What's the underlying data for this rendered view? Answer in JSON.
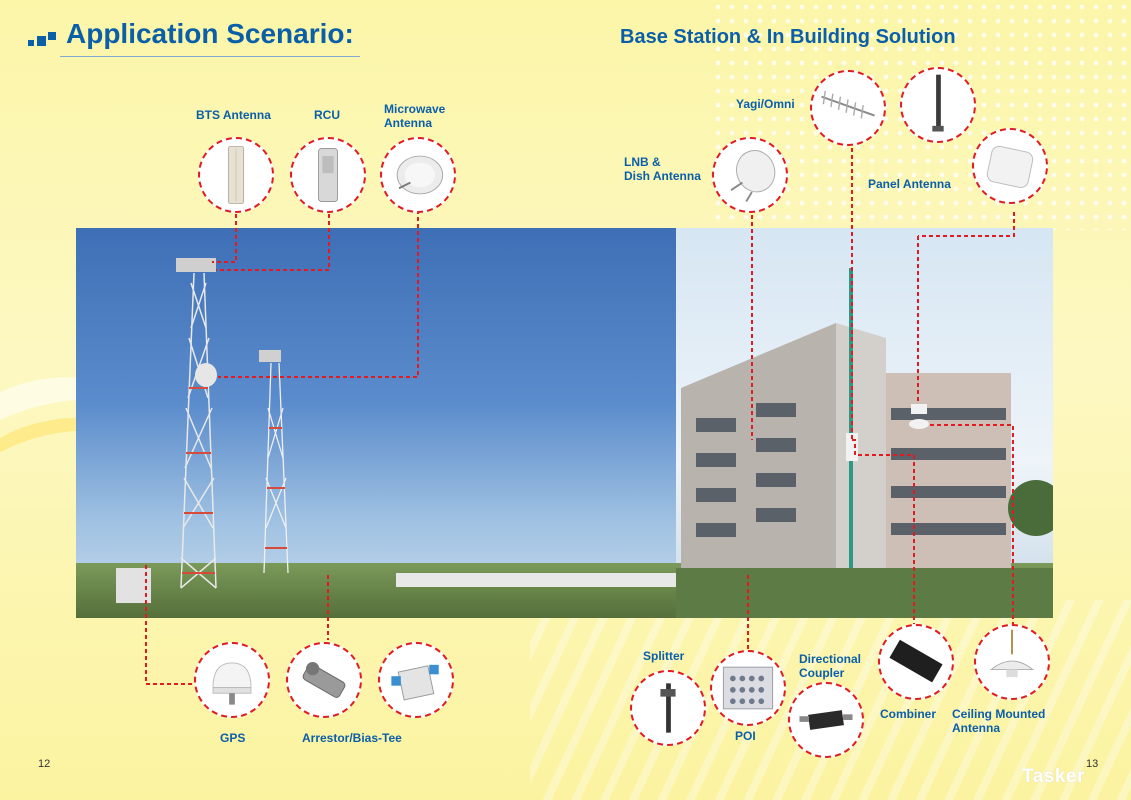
{
  "header": {
    "title": "Application Scenario:",
    "subtitle": "Base Station & In Building Solution"
  },
  "labels": {
    "bts_antenna": "BTS Antenna",
    "rcu": "RCU",
    "microwave_antenna": "Microwave Antenna",
    "lnb_dish_line1": "LNB &",
    "lnb_dish_line2": "Dish Antenna",
    "yagi_omni": "Yagi/Omni",
    "panel_antenna": "Panel Antenna",
    "gps": "GPS",
    "arrestor": "Arrestor/Bias-Tee",
    "splitter": "Splitter",
    "poi": "POI",
    "directional_coupler_line1": "Directional",
    "directional_coupler_line2": "Coupler",
    "combiner": "Combiner",
    "ceiling_line1": "Ceiling Mounted",
    "ceiling_line2": "Antenna"
  },
  "page_numbers": {
    "left": "12",
    "right": "13"
  },
  "watermark": "Tasker",
  "colors": {
    "accent_blue": "#0b5fa8",
    "dashed_red": "#e01b22",
    "background": "#fbf6a8"
  }
}
